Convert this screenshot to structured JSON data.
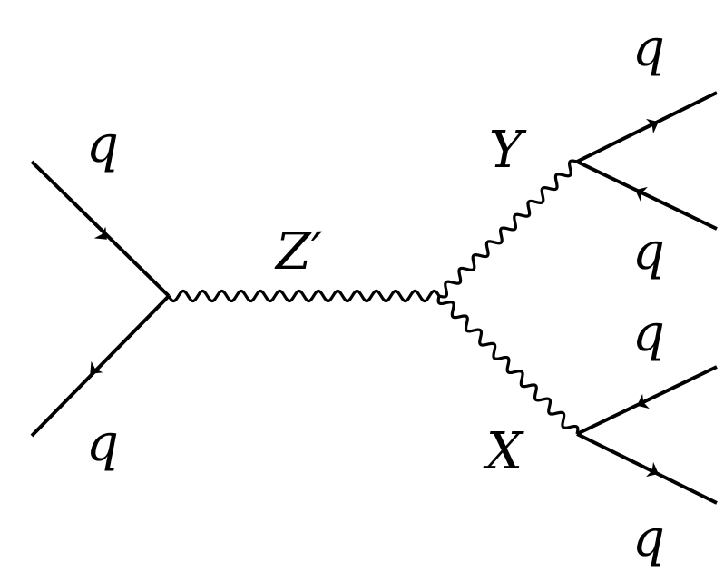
{
  "diagram": {
    "labels": {
      "q_in_top": "q",
      "q_in_bottom": "q",
      "z_prime": "Z′",
      "y_boson": "Y",
      "x_boson": "X",
      "q_out_1": "q",
      "q_out_2": "q",
      "q_out_3": "q",
      "q_out_4": "q"
    },
    "colors": {
      "line": "#000000",
      "background": "#ffffff"
    }
  }
}
